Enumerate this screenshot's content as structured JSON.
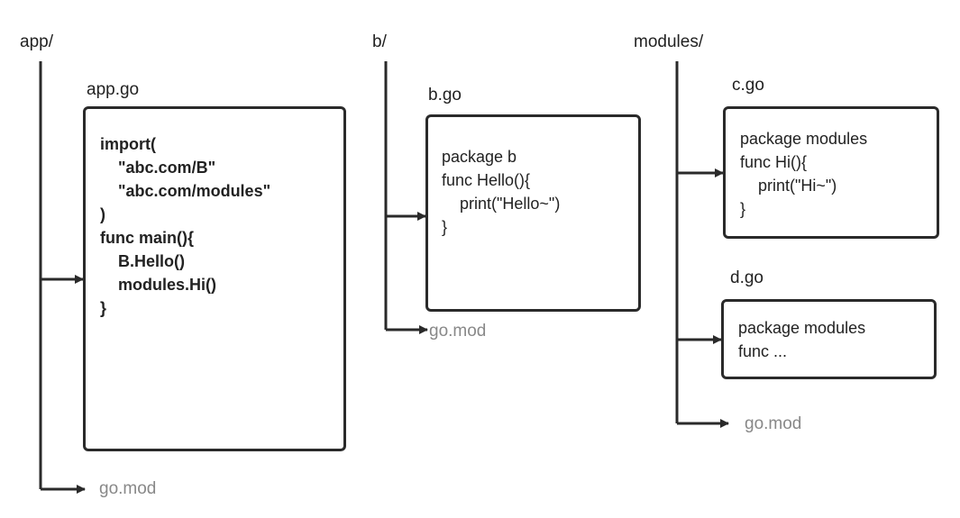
{
  "folders": [
    {
      "name": "app/",
      "files": [
        {
          "name": "app.go",
          "code": [
            "import(",
            "    \"abc.com/B\"",
            "    \"abc.com/modules\"",
            ")",
            "func main(){",
            "    B.Hello()",
            "    modules.Hi()",
            "}"
          ]
        }
      ],
      "gomod": "go.mod"
    },
    {
      "name": "b/",
      "files": [
        {
          "name": "b.go",
          "code": [
            "package b",
            "func Hello(){",
            "    print(\"Hello~\")",
            "}"
          ]
        }
      ],
      "gomod": "go.mod"
    },
    {
      "name": "modules/",
      "files": [
        {
          "name": "c.go",
          "code": [
            "package modules",
            "func Hi(){",
            "    print(\"Hi~\")",
            "}"
          ]
        },
        {
          "name": "d.go",
          "code": [
            "package modules",
            "func ..."
          ]
        }
      ],
      "gomod": "go.mod"
    }
  ],
  "colors": {
    "line": "#2a2a2a",
    "gomod_text": "#888888"
  }
}
